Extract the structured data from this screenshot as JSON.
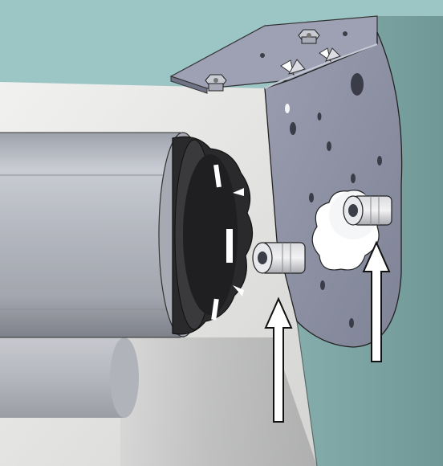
{
  "illustration": {
    "kind": "technical-assembly-render",
    "colors": {
      "background_wall": "#9cc6c5",
      "ceiling_panel": "#e6e6e4",
      "side_panel_teal": "#7fa9a7",
      "bracket_plate": "#8f93a5",
      "tube": "#b8bcc4",
      "drive_adapter": "#2a2a2c",
      "arrow_fill": "#ffffff",
      "arrow_stroke": "#111111"
    },
    "icons": [
      "roller-tube",
      "motor-drive-adapter",
      "pin-bushing",
      "mounting-bracket",
      "hex-bolt",
      "up-arrow"
    ]
  }
}
